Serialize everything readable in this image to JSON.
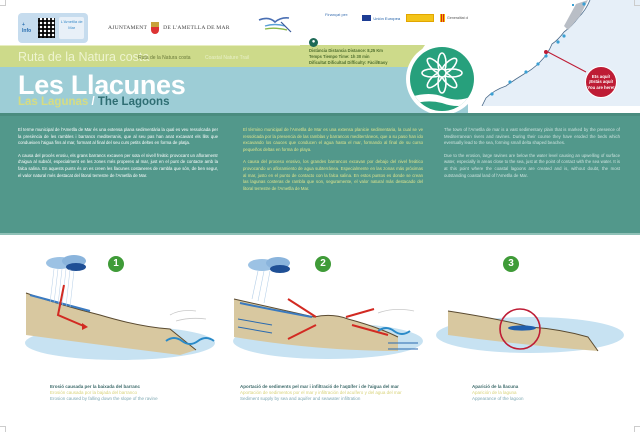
{
  "header": {
    "qr": {
      "info_label": "+ Info",
      "app_label": "L'Ametlla de Mar"
    },
    "council": {
      "left": "AJUNTAMENT",
      "right": "DE L'AMETLLA DE MAR"
    },
    "sponsors": {
      "label": "Finançat per:",
      "eu": "Unión Europea",
      "spain": "Gobierno de España",
      "catalonia": "Generalitat de Catalunya"
    }
  },
  "route": {
    "title_ca": "Ruta de la Natura costa",
    "title_es": "Ruta de la Natura costa",
    "title_en": "Coastal Nature Trail"
  },
  "trail_info": {
    "icon": "hiker-icon",
    "distance": "Distància Distancia Distance: 8,25 Km",
    "time": "Temps Tiempo Time: 1h 30 min",
    "difficulty": "Dificultat Dificultad Difficulty: Fàcil/Easy"
  },
  "title": {
    "main": "Les Llacunes",
    "es": "Las Lagunas",
    "slash": " / ",
    "en": "The Lagoons"
  },
  "map": {
    "you_are_here": [
      "Ets aquí!",
      "¡Estás aquí!",
      "You are here!"
    ]
  },
  "text": {
    "ca": [
      "El terme municipal de l'Ametlla de Mar és una extensa plana sedimentària la qual es veu ressolcada per la presència de les rambles i barrancs mediterranis, que al seu pas han anat excavant els llits que condueixen l'aigua fins al mar, formant al final del seu curs petits deltes en forma de platja.",
      "A causa del procés erosiu, els grans barrancs excaven per sota el nivell freàtic provocant un afloramentr d'aigua al subsòl, especialment en les zones més properes al mar, just en el punt de contacte amb la falca salina. En aquests punts és on es creen les llacunes costaneres de rambla que són, de ben segur, el valor natural més destacat del litoral terrestre de l'Ametlla de Mar."
    ],
    "es": [
      "El término municipal de l'Ametlla de Mar es una extensa planicie sedimentaria, la cual se ve ressolcada por la presencia de las ramblas y barrancos mediterráneos, que a su paso han ido excavando los cauces que conducen el agua hasta el mar, formando al final de su curso pequeños deltas en forma de playa.",
      "A causa del proceso erosivo, los grandes barrancos excavan por debajo del nivel freático provocando un afloramiento de agua subterránea. Especialmente en las zonas más próximas al mar, justo en el punto de contacto con la falca salina. En estos puntos es donde se crean las lagunas costeras de rambla que son, seguramente, el valor natural más destacado del litoral terrestre de l'Ametlla de Mar."
    ],
    "en": [
      "The town of l'Ametlla de mar is a vast sedimentary plain that is marked by the presence of Mediterranean rivers and ravines. During their course they have eroded the beds which eventually lead to the sea, forming small delta shaped beaches.",
      "Due to the erosion, large ravines are below the water level causing an upwelling of surface water, especially in areas close to the sea, just at the point of contact with the sea water. It is at this point where the coastal lagoons are created and is, without doubt, the most outstanding coastal land of l'Ametlla de Mar."
    ]
  },
  "steps": [
    {
      "number": "1",
      "caption_ca": "Erosió causada per la baixada del barranc",
      "caption_es": "Erosión causada por la bajada del barranco",
      "caption_en": "Erosion caused by falling down the slope of the ravine"
    },
    {
      "number": "2",
      "caption_ca": "Aportació de sediments pel mar i infiltració de l'aqüífer i de l'aigua del mar",
      "caption_es": "Aportación de sedimentos por el mar y infiltración del acuífero y del agua del mar",
      "caption_en": "Sediment supply by sea and aquifer and seawater infiltration"
    },
    {
      "number": "3",
      "caption_ca": "Aparició de la llacuna",
      "caption_es": "Aparición de la laguna",
      "caption_en": "Appearance of the lagoon"
    }
  ],
  "colors": {
    "route_green": "#cdda8a",
    "title_blue": "#9dcdd6",
    "text_teal": "#52988b",
    "badge_green": "#3f9b38",
    "marker_red": "#be1c35",
    "emblem_green": "#27a07c"
  }
}
